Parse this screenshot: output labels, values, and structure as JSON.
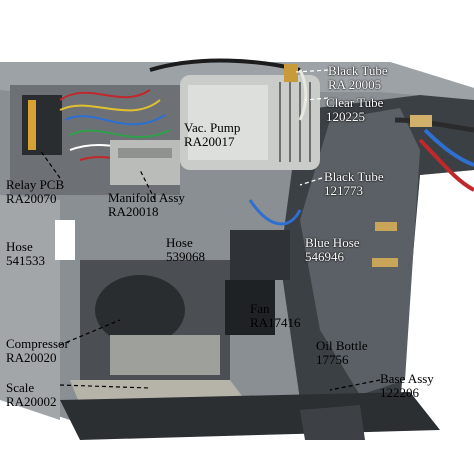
{
  "labels": {
    "black_tube_top": {
      "name": "Black Tube",
      "code": "RA 20005"
    },
    "clear_tube": {
      "name": "Clear Tube",
      "code": "120225"
    },
    "vac_pump": {
      "name": "Vac. Pump",
      "code": "RA20017"
    },
    "black_tube_mid": {
      "name": "Black Tube",
      "code": "121773"
    },
    "relay_pcb": {
      "name": "Relay PCB",
      "code": "RA20070"
    },
    "manifold_assy": {
      "name": "Manifold Assy",
      "code": "RA20018"
    },
    "hose_left": {
      "name": "Hose",
      "code": "541533"
    },
    "hose_mid": {
      "name": "Hose",
      "code": "539068"
    },
    "blue_hose": {
      "name": "Blue Hose",
      "code": "546946"
    },
    "fan": {
      "name": "Fan",
      "code": "RA17416"
    },
    "compressor": {
      "name": "Compressor",
      "code": "RA20020"
    },
    "oil_bottle": {
      "name": "Oil Bottle",
      "code": "17756"
    },
    "scale": {
      "name": "Scale",
      "code": "RA20002"
    },
    "base_assy": {
      "name": "Base Assy",
      "code": "122206"
    }
  },
  "colors": {
    "frame_grey": "#8a8f94",
    "body_dark": "#3b4045",
    "pump_silver": "#c9ccc8",
    "hose_blue": "#2e6fd0",
    "hose_red": "#c0282a"
  }
}
